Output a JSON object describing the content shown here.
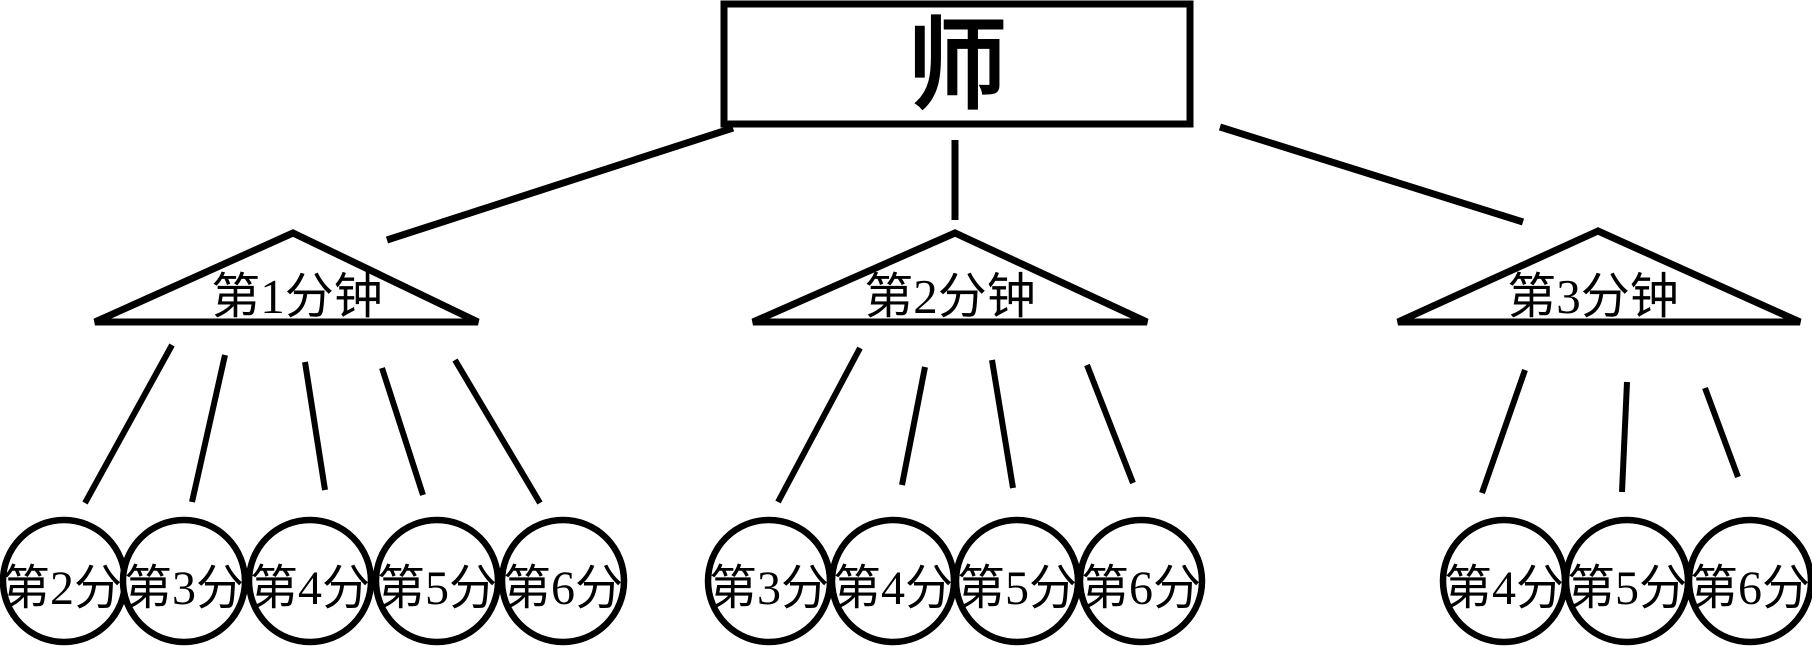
{
  "diagram": {
    "root": {
      "label": "师"
    },
    "branches": [
      {
        "label": "第1分钟",
        "children": [
          "第2分",
          "第3分",
          "第4分",
          "第5分",
          "第6分"
        ]
      },
      {
        "label": "第2分钟",
        "children": [
          "第3分",
          "第4分",
          "第5分",
          "第6分"
        ]
      },
      {
        "label": "第3分钟",
        "children": [
          "第4分",
          "第5分",
          "第6分"
        ]
      }
    ],
    "colors": {
      "stroke": "#000000",
      "background": "#ffffff"
    }
  }
}
